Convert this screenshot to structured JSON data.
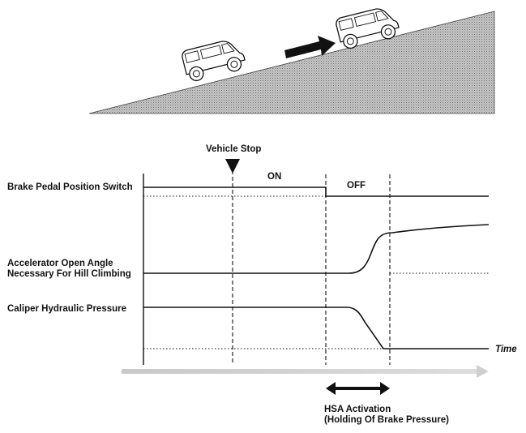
{
  "labels": {
    "vehicle_stop": "Vehicle Stop",
    "on": "ON",
    "off": "OFF",
    "brake_switch": "Brake Pedal Position Switch",
    "accel_line1": "Accelerator Open Angle",
    "accel_line2": "Necessary For Hill Climbing",
    "caliper": "Caliper Hydraulic Pressure",
    "time": "Time",
    "hsa_line1": "HSA Activation",
    "hsa_line2": "(Holding Of Brake Pressure)"
  },
  "colors": {
    "line": "#111111",
    "slope_fill": "#9a9a9a",
    "time_arrow": "#b4b4b4"
  },
  "icons": {
    "vehicle": "suv-icon",
    "motion": "arrow-right-icon",
    "stop_marker": "triangle-down-icon",
    "hsa_span": "double-arrow-icon"
  }
}
